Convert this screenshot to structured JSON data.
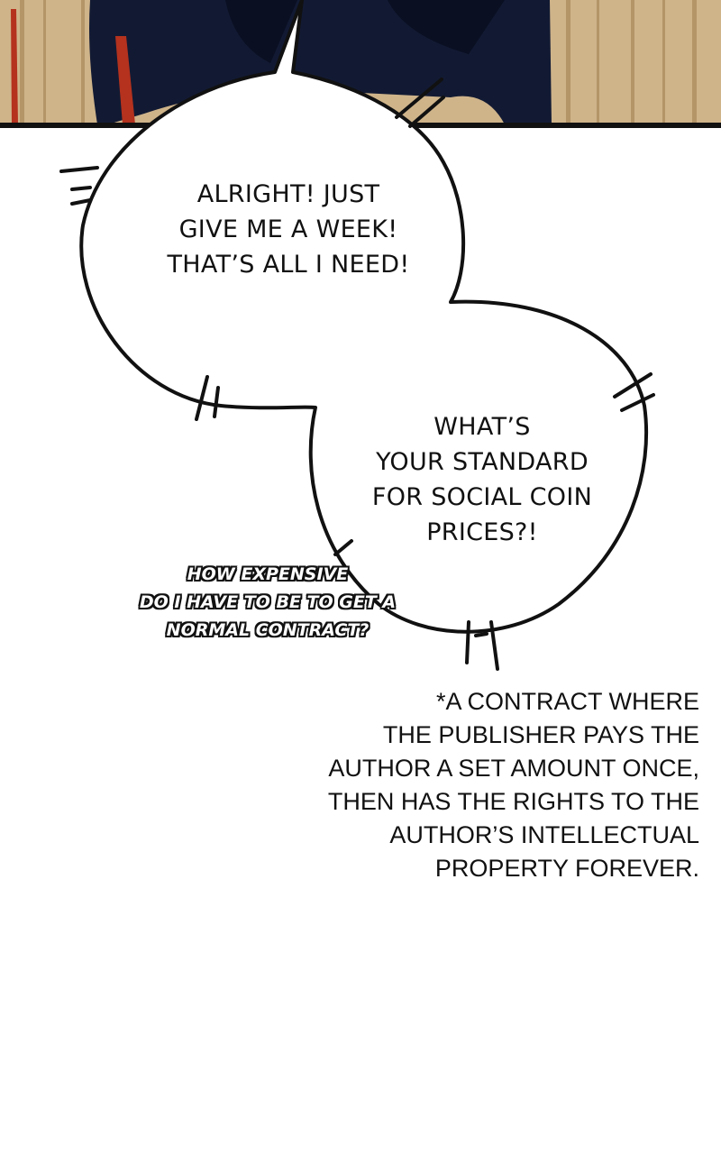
{
  "colors": {
    "wall": "#cfb48a",
    "wall_stripe": "#b39568",
    "coat": "#121a33",
    "coat_shadow": "#0a0f22",
    "red_accent": "#b4321e",
    "ink": "#111111",
    "bubble_fill": "#ffffff"
  },
  "bubble1": {
    "lines": [
      "ALRIGHT! JUST",
      "GIVE ME A WEEK!",
      "THAT’S ALL I NEED!"
    ]
  },
  "bubble2": {
    "lines": [
      "WHAT’S",
      "YOUR STANDARD",
      "FOR SOCIAL COIN",
      "PRICES?!"
    ]
  },
  "whisper": {
    "lines": [
      "HOW EXPENSIVE",
      "DO I HAVE TO BE TO GET A",
      "NORMAL CONTRACT?"
    ]
  },
  "footnote": {
    "lines": [
      "*A CONTRACT WHERE",
      "THE PUBLISHER PAYS THE",
      "AUTHOR A SET AMOUNT ONCE,",
      "THEN HAS THE RIGHTS TO THE",
      "AUTHOR’S INTELLECTUAL",
      "PROPERTY FOREVER."
    ]
  }
}
